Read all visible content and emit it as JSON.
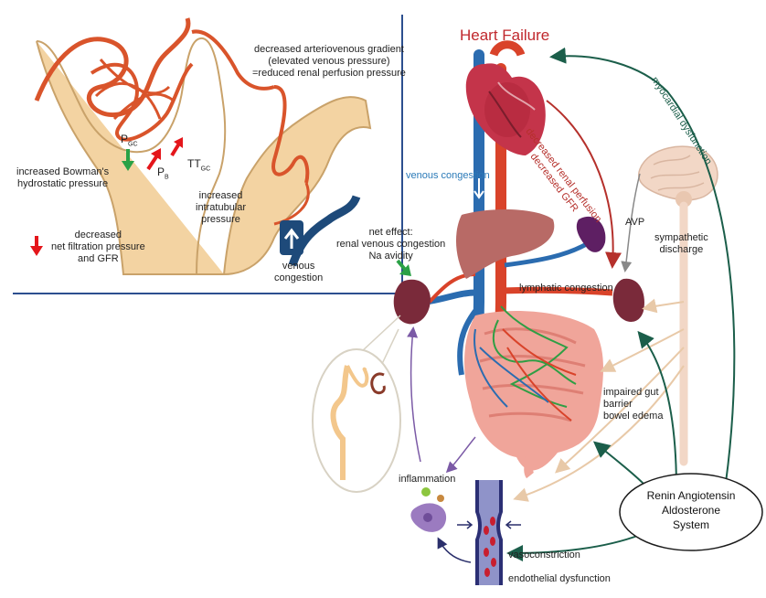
{
  "title": "Heart Failure",
  "colors": {
    "vein": "#2b6cb0",
    "artery": "#d9432a",
    "lymph": "#2f9e44",
    "raas_arrow": "#1b5e4a",
    "sympathetic_arrow": "#e8c9a8",
    "kidney": "#7a2a3a",
    "tubule": "#f3d3a2",
    "capillary": "#d9542b",
    "divider": "#2c4f8f",
    "green_arrow": "#2aa146",
    "red_arrow": "#e4161b"
  },
  "glomerulus_panel": {
    "av_gradient": [
      "decreased arteriovenous gradient",
      "(elevated venous pressure)",
      "=reduced renal perfusion pressure"
    ],
    "p_gc": "P",
    "p_gc_sub": "GC",
    "p_b": "P",
    "p_b_sub": "B",
    "tt_gc": "TT",
    "tt_gc_sub": "GC",
    "bowman": [
      "increased Bowman's",
      "hydrostatic pressure"
    ],
    "intratubular": [
      "increased",
      "intratubular",
      "pressure"
    ],
    "net_filtration": [
      "decreased",
      "net filtration pressure",
      "and GFR"
    ],
    "venous_congestion_small": [
      "venous",
      "congestion"
    ]
  },
  "body_panel": {
    "net_effect": [
      "net effect:",
      "renal venous congestion",
      "Na avidity"
    ],
    "venous_congestion": "venous congestion",
    "renal_perfusion": [
      "decreased renal perfusion",
      "decreased GFR"
    ],
    "myocardial": "myocardial dysfunction",
    "avp": "AVP",
    "sympathetic": [
      "sympathetic",
      "discharge"
    ],
    "lymphatic": "lymphatic congestion",
    "gut": [
      "impaired gut",
      "barrier",
      "bowel edema"
    ],
    "inflammation": "inflammation",
    "vasoconstriction": "vasoconstriction",
    "endothelial": "endothelial dysfunction",
    "raas": [
      "Renin Angiotensin",
      "Aldosterone",
      "System"
    ]
  },
  "icons": [
    "heart",
    "brain",
    "liver",
    "spleen",
    "kidney",
    "intestines",
    "nephron",
    "blood-vessel",
    "immune-cell"
  ]
}
